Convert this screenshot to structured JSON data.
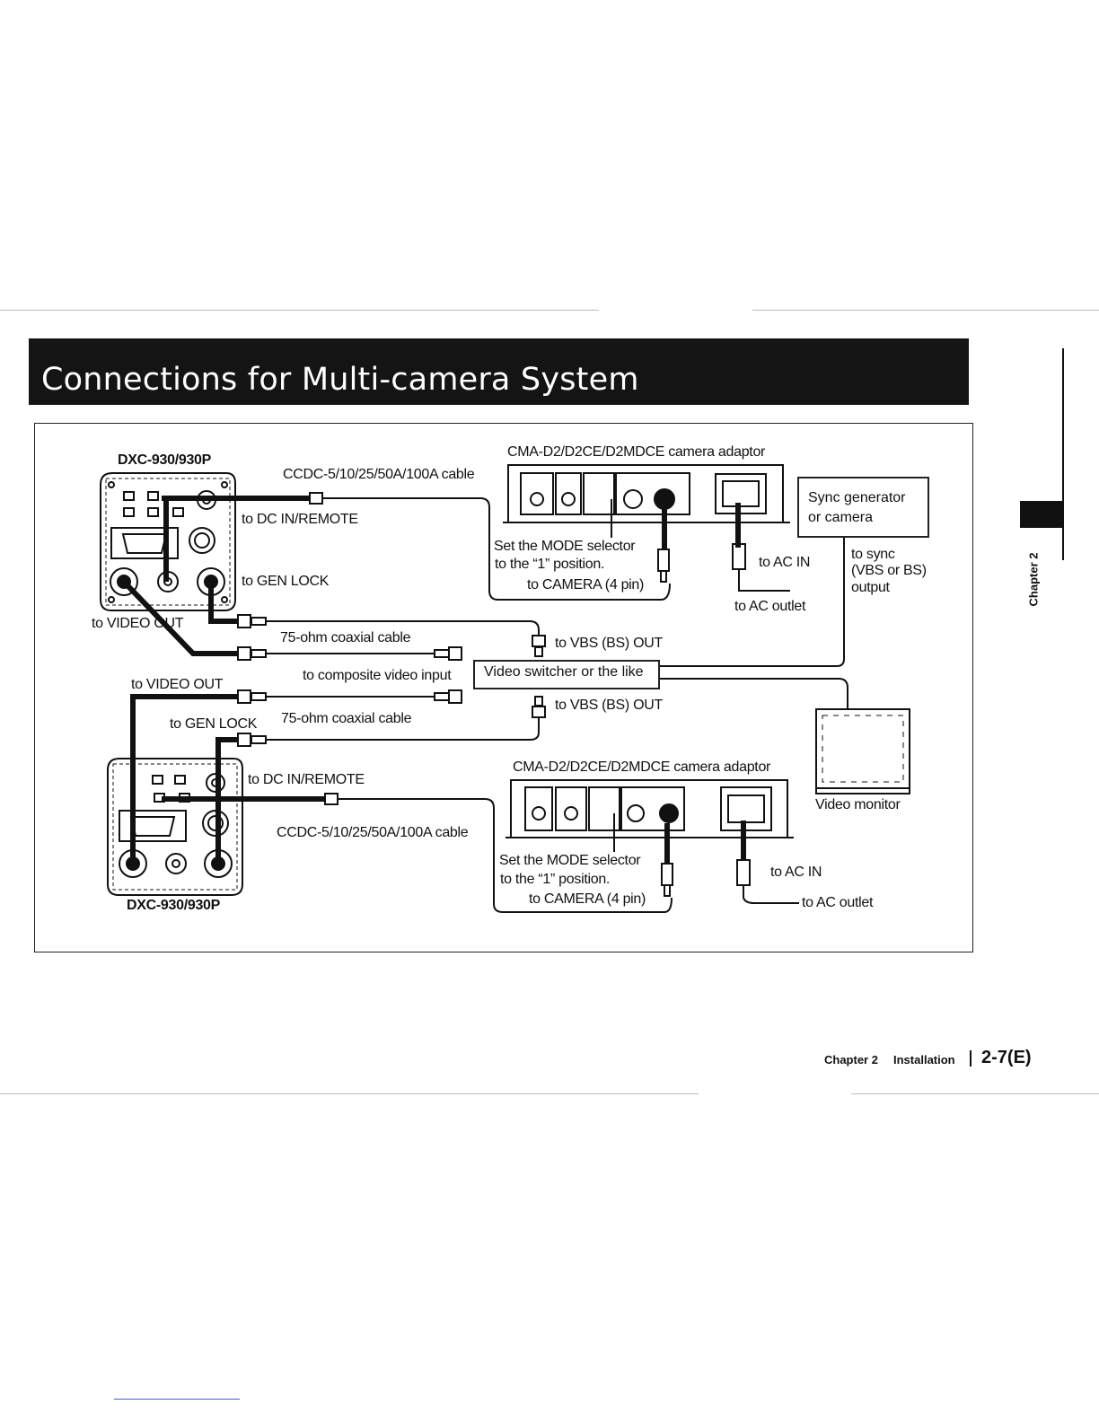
{
  "page": {
    "title": "Connections for Multi-camera System",
    "side_tab": "Chapter 2",
    "footer": {
      "chapter": "Chapter 2",
      "section": "Installation",
      "page_number": "2-7(E)"
    }
  },
  "diagram": {
    "camera_top": {
      "model": "DXC-930/930P",
      "cable": "CCDC-5/10/25/50A/100A cable",
      "dc_in": "to DC IN/REMOTE",
      "gen_lock": "to GEN LOCK",
      "video_out": "to VIDEO OUT"
    },
    "camera_bottom": {
      "model": "DXC-930/930P",
      "cable": "CCDC-5/10/25/50A/100A cable",
      "dc_in": "to DC IN/REMOTE",
      "gen_lock": "to GEN LOCK",
      "video_out": "to VIDEO OUT"
    },
    "adaptor_top": {
      "name": "CMA-D2/D2CE/D2MDCE camera adaptor",
      "mode_line1": "Set the MODE selector",
      "mode_line2": "to the “1” position.",
      "to_camera": "to CAMERA (4 pin)",
      "ac_in": "to AC IN",
      "ac_outlet": "to AC outlet"
    },
    "adaptor_bottom": {
      "name": "CMA-D2/D2CE/D2MDCE camera adaptor",
      "mode_line1": "Set the MODE selector",
      "mode_line2": "to the “1” position.",
      "to_camera": "to CAMERA (4 pin)",
      "ac_in": "to AC IN",
      "ac_outlet": "to AC outlet"
    },
    "sync": {
      "box_line1": "Sync generator",
      "box_line2": "or camera",
      "out_line1": "to sync",
      "out_line2": "(VBS or BS)",
      "out_line3": "output"
    },
    "coax_top": "75-ohm coaxial cable",
    "coax_bottom": "75-ohm coaxial cable",
    "vbs_top": "to VBS (BS) OUT",
    "vbs_bottom": "to VBS (BS) OUT",
    "composite": "to composite video input",
    "switcher": "Video switcher or the like",
    "monitor": "Video monitor"
  }
}
